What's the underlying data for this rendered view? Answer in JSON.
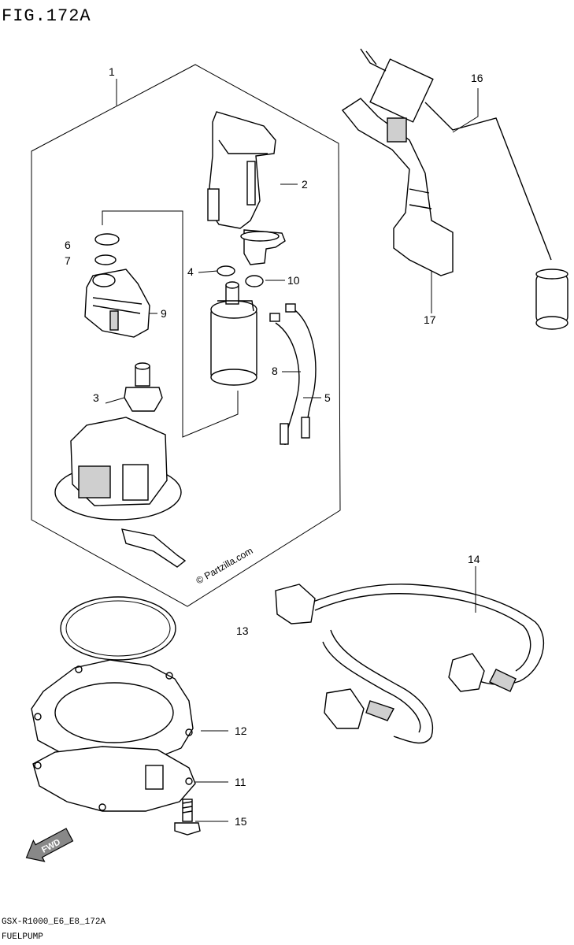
{
  "figure": {
    "title": "FIG.172A",
    "footer_code": "GSX-R1000_E6_E8_172A",
    "footer_name": "FUELPUMP",
    "watermark": "© Partzilla.com",
    "fwd_label": "FWD"
  },
  "callouts": [
    {
      "id": "c1",
      "text": "1"
    },
    {
      "id": "c2",
      "text": "2"
    },
    {
      "id": "c3",
      "text": "3"
    },
    {
      "id": "c4",
      "text": "4"
    },
    {
      "id": "c5",
      "text": "5"
    },
    {
      "id": "c6",
      "text": "6"
    },
    {
      "id": "c7",
      "text": "7"
    },
    {
      "id": "c8",
      "text": "8"
    },
    {
      "id": "c9",
      "text": "9"
    },
    {
      "id": "c10",
      "text": "10"
    },
    {
      "id": "c11",
      "text": "11"
    },
    {
      "id": "c12",
      "text": "12"
    },
    {
      "id": "c13",
      "text": "13"
    },
    {
      "id": "c14",
      "text": "14"
    },
    {
      "id": "c15",
      "text": "15"
    },
    {
      "id": "c16",
      "text": "16"
    },
    {
      "id": "c17",
      "text": "17"
    }
  ]
}
